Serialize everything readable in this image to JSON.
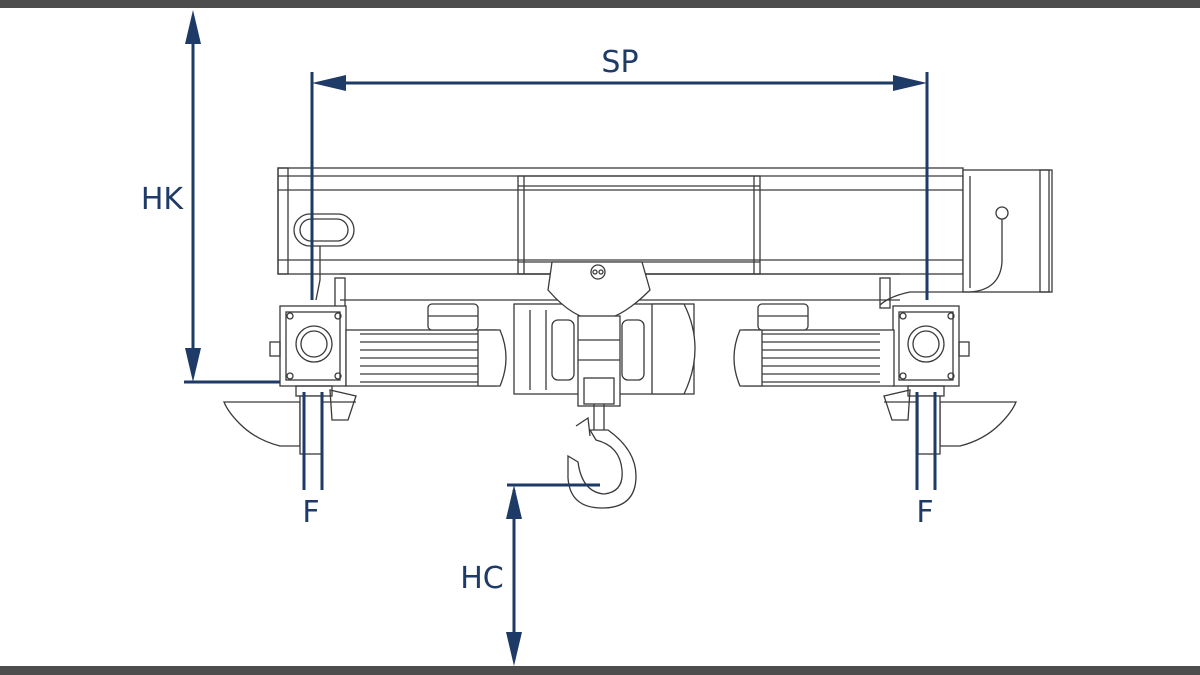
{
  "diagram": {
    "labels": {
      "sp": "SP",
      "hk": "HK",
      "hc": "HC",
      "f_left": "F",
      "f_right": "F"
    },
    "colors": {
      "dimension": "#1e3a66",
      "linework": "#3a3a3a",
      "frame_bar": "#4d4d4d",
      "background": "#ffffff"
    }
  }
}
